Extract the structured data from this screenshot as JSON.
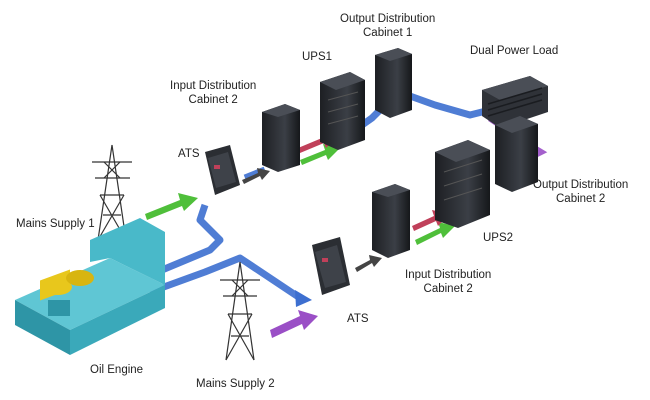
{
  "labels": {
    "output_cabinet_1": [
      "Output Distribution",
      "Cabinet 1"
    ],
    "ups1": "UPS1",
    "dual_power_load": "Dual Power Load",
    "input_cabinet_2_top": [
      "Input Distribution",
      "Cabinet 2"
    ],
    "ats_top": "ATS",
    "mains_supply_1": "Mains Supply 1",
    "output_cabinet_2": [
      "Output Distribution",
      "Cabinet 2"
    ],
    "ups2": "UPS2",
    "input_cabinet_2_bottom": [
      "Input Distribution",
      "Cabinet 2"
    ],
    "ats_bottom": "ATS",
    "oil_engine": "Oil Engine",
    "mains_supply_2": "Mains Supply 2"
  },
  "colors": {
    "blue_line": "#3d6fd0",
    "green_arrow": "#4fbf3a",
    "purple_line": "#9a4fc6",
    "red_arrow": "#c0405a",
    "cabinet": "#2b2e33",
    "engine": "#3fb3c4",
    "engine_yellow": "#e8c71c"
  }
}
